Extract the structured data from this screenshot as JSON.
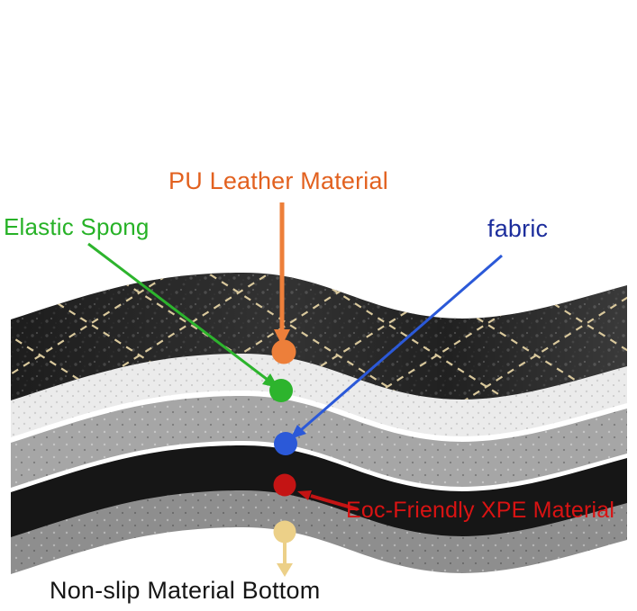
{
  "diagram": {
    "type": "layered-material-cross-section",
    "labels": {
      "pu_leather": {
        "text": "PU Leather Material",
        "color": "#e2611f"
      },
      "elastic_sponge": {
        "text": "Elastic Spong",
        "color": "#27b227"
      },
      "fabric": {
        "text": "fabric",
        "color": "#1c2d9c"
      },
      "xpe": {
        "text": "Eoc-Friendly XPE Material",
        "color": "#d91313"
      },
      "non_slip": {
        "text": "Non-slip Material Bottom",
        "color": "#151515"
      }
    },
    "markers": {
      "orange": "#ed7f3a",
      "green": "#2db42d",
      "blue": "#2b59d8",
      "red": "#c41414",
      "yellow": "#ecd088"
    },
    "layers": [
      {
        "name": "PU leather top layer",
        "color": "#1c1c1c"
      },
      {
        "name": "elastic sponge layer",
        "color": "#ebebeb"
      },
      {
        "name": "fabric layer",
        "color": "#a6a6a6"
      },
      {
        "name": "XPE foam layer",
        "color": "#161616"
      },
      {
        "name": "non-slip bottom layer",
        "color": "#8e8e8e"
      }
    ],
    "stitch_color": "#d9c89c"
  }
}
